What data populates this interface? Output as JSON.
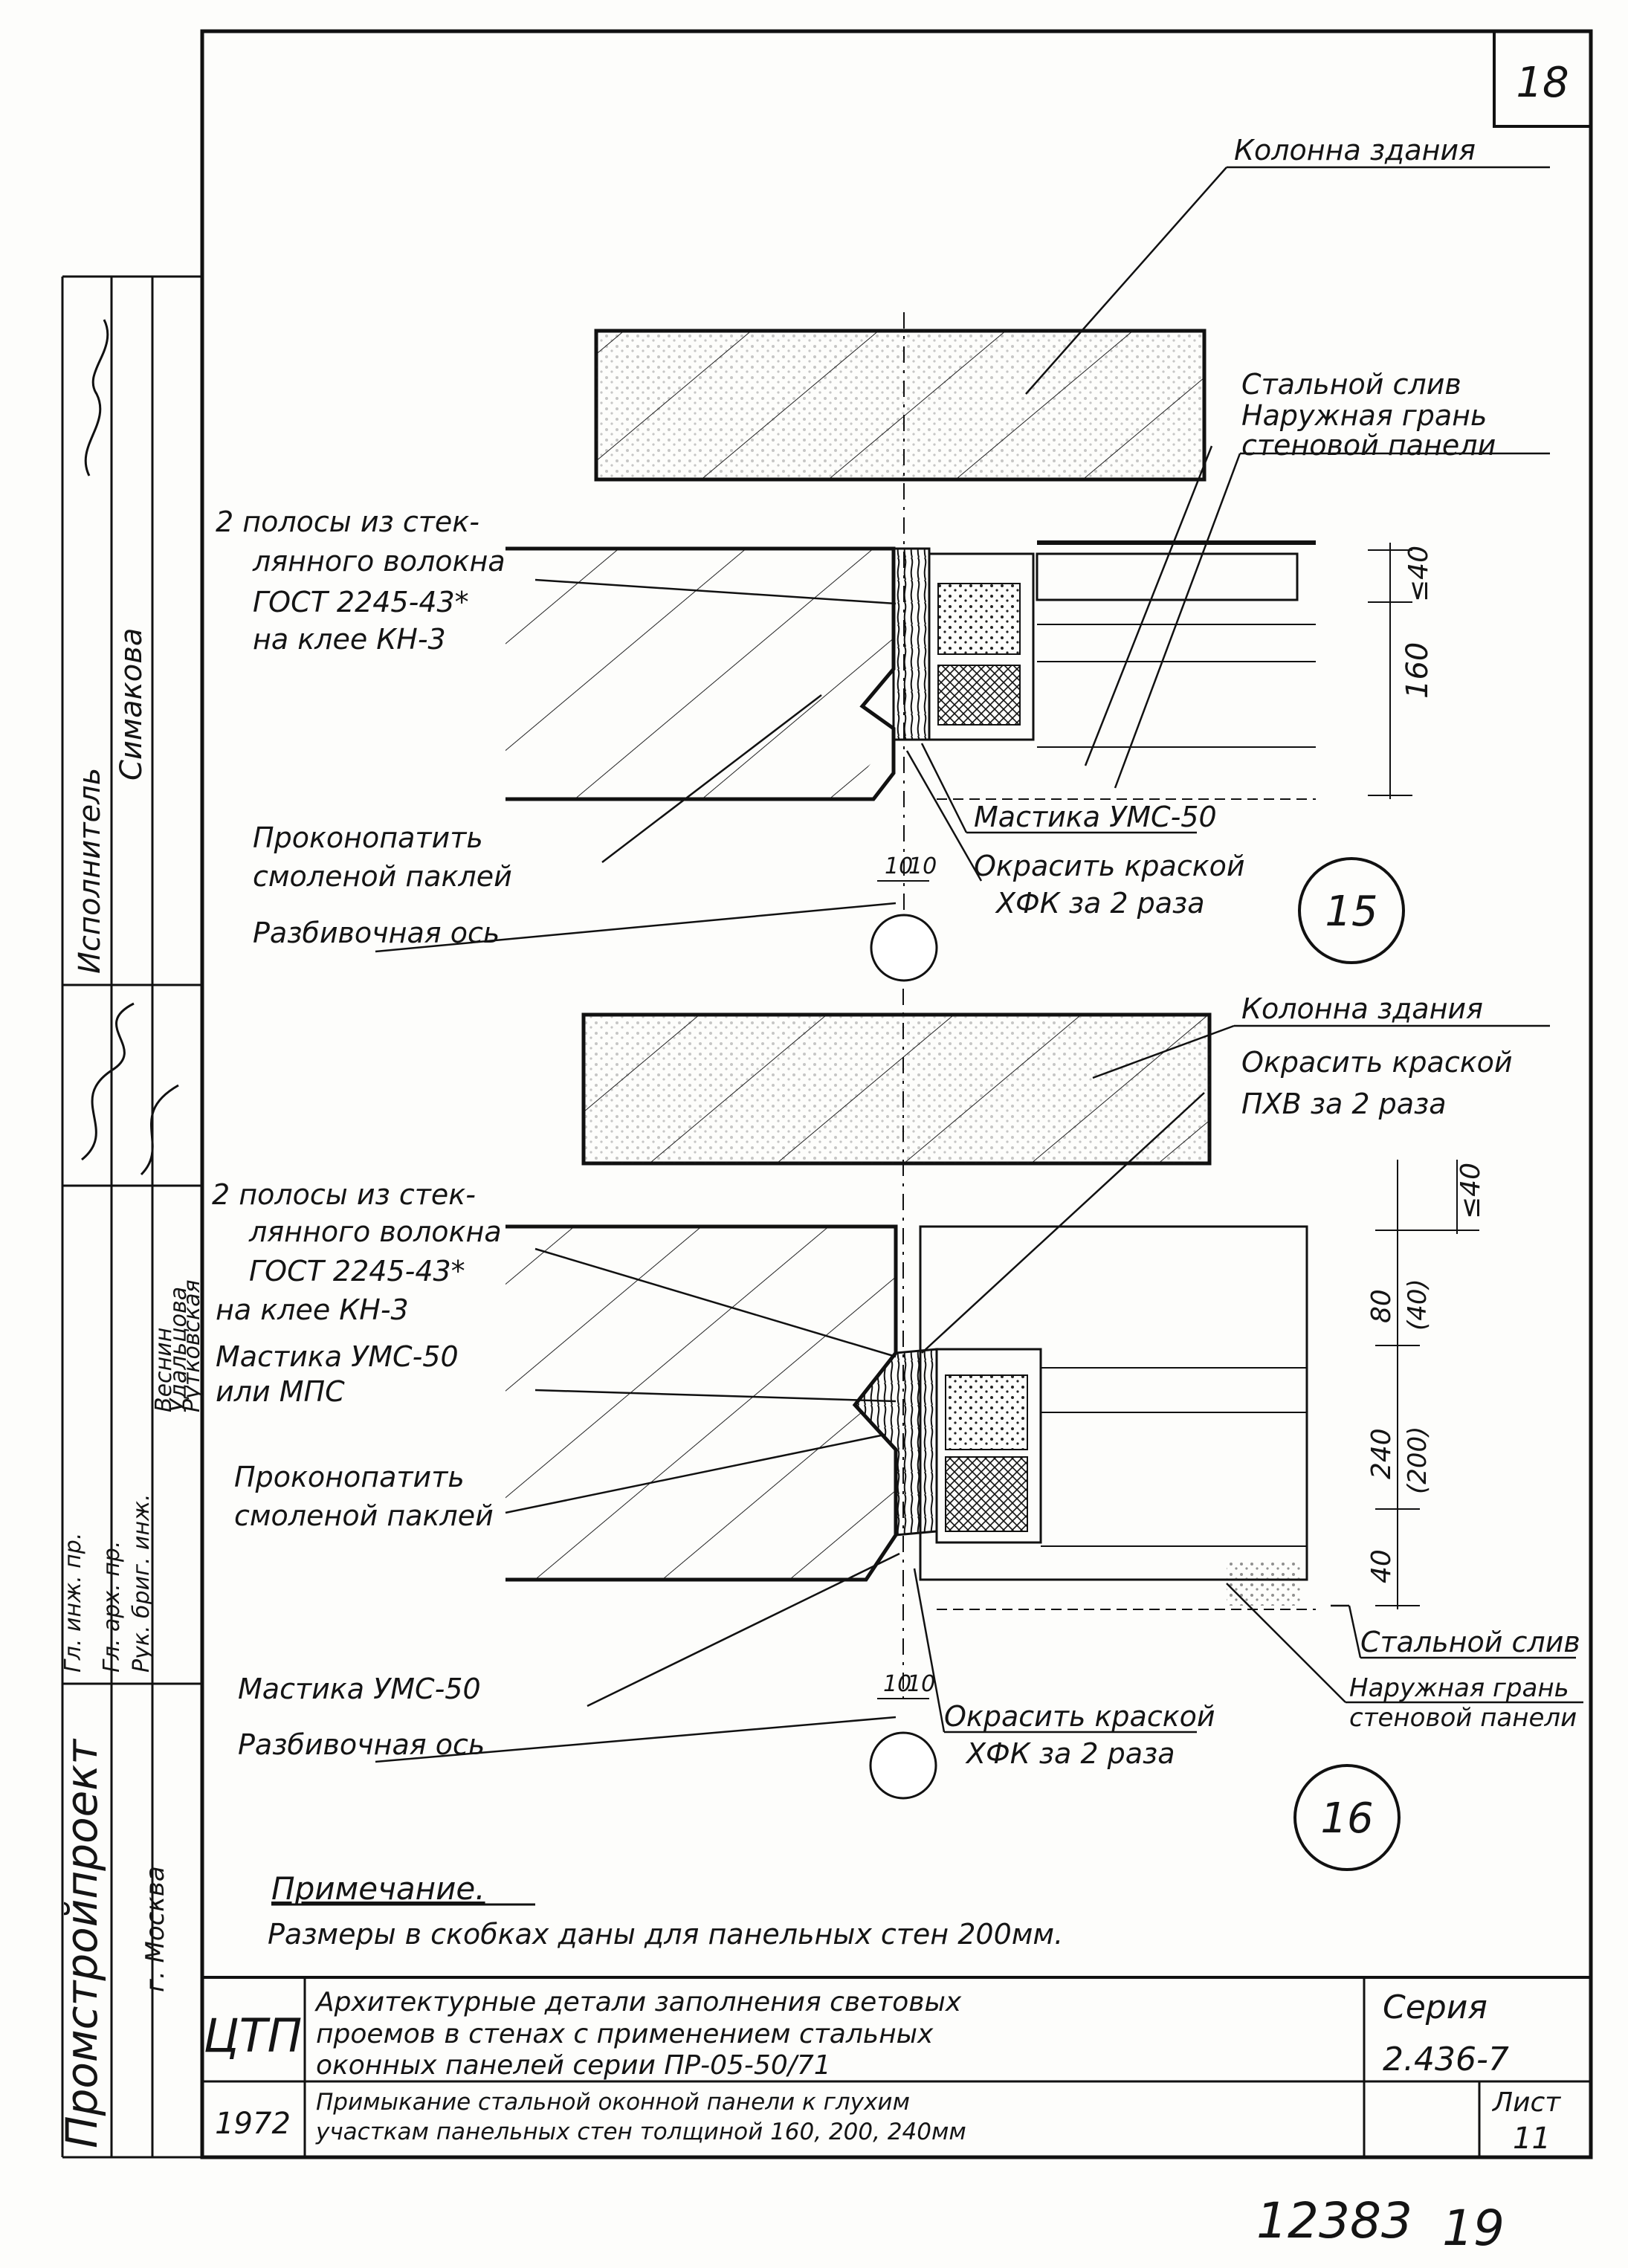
{
  "sheet_number": "18",
  "detail_15": {
    "number": "15",
    "labels": {
      "column": "Колонна здания",
      "steel_drip": "Стальной слив",
      "outer_face_1": "Наружная грань",
      "outer_face_2": "стеновой панели",
      "fiber_1": "2 полосы из стек-",
      "fiber_2": "лянного волокна",
      "gost": "ГОСТ 2245-43*",
      "glue": "на клее КН-3",
      "caulk_1": "Проконопатить",
      "caulk_2": "смоленой паклей",
      "axis": "Разбивочная ось",
      "mastic": "Мастика УМС-50",
      "paint_1": "Окрасить краской",
      "paint_2": "ХФК за 2 раза"
    },
    "dims": {
      "top": "≤40",
      "panel": "160",
      "joint_a": "10",
      "joint_b": "10"
    }
  },
  "detail_16": {
    "number": "16",
    "labels": {
      "column": "Колонна здания",
      "paint_pkhv_1": "Окрасить краской",
      "paint_pkhv_2": "ПХВ за 2 раза",
      "fiber_1": "2 полосы из стек-",
      "fiber_2": "лянного волокна",
      "gost": "ГОСТ 2245-43*",
      "glue": "на клее КН-3",
      "mastic_1": "Мастика УМС-50",
      "mastic_2": "или МПС",
      "caulk_1": "Проконопатить",
      "caulk_2": "смоленой паклей",
      "mastic_bottom": "Мастика УМС-50",
      "axis": "Разбивочная ось",
      "paint_1": "Окрасить краской",
      "paint_2": "ХФК за 2 раза",
      "steel_drip": "Стальной слив",
      "outer_face_1": "Наружная грань",
      "outer_face_2": "стеновой панели"
    },
    "dims": {
      "top": "≤40",
      "d80": "80",
      "d40p": "(40)",
      "d240": "240",
      "d200p": "(200)",
      "d40": "40",
      "joint_a": "10",
      "joint_b": "10"
    }
  },
  "note": {
    "title": "Примечание.",
    "text": "Размеры в скобках даны для панельных стен 200мм."
  },
  "title_block": {
    "title_1": "Архитектурные детали заполнения световых",
    "title_2": "проемов в стенах с применением стальных",
    "title_3": "оконных панелей серии ПР-05-50/71",
    "sub_1": "Примыкание стальной оконной панели к глухим",
    "sub_2": "участкам панельных стен толщиной 160, 200, 240мм",
    "year": "1972",
    "logo": "ЦТП",
    "series_label": "Серия",
    "series_value": "2.436-7",
    "sheet_label": "Лист",
    "sheet_value": "11"
  },
  "side_stamp": {
    "org": "Промстройпроект",
    "city": "г. Москва",
    "executor_role": "Исполнитель",
    "executor": "Симакова",
    "roles": [
      "Гл. инж. пр.",
      "Гл. арх. пр.",
      "Рук. бриг. инж."
    ],
    "names": [
      "Веснин",
      "Удальцова",
      "Рутковская"
    ]
  },
  "footer": {
    "archive": "12383",
    "page": "19"
  },
  "colors": {
    "ink": "#111111",
    "paper": "#fdfdfb"
  }
}
